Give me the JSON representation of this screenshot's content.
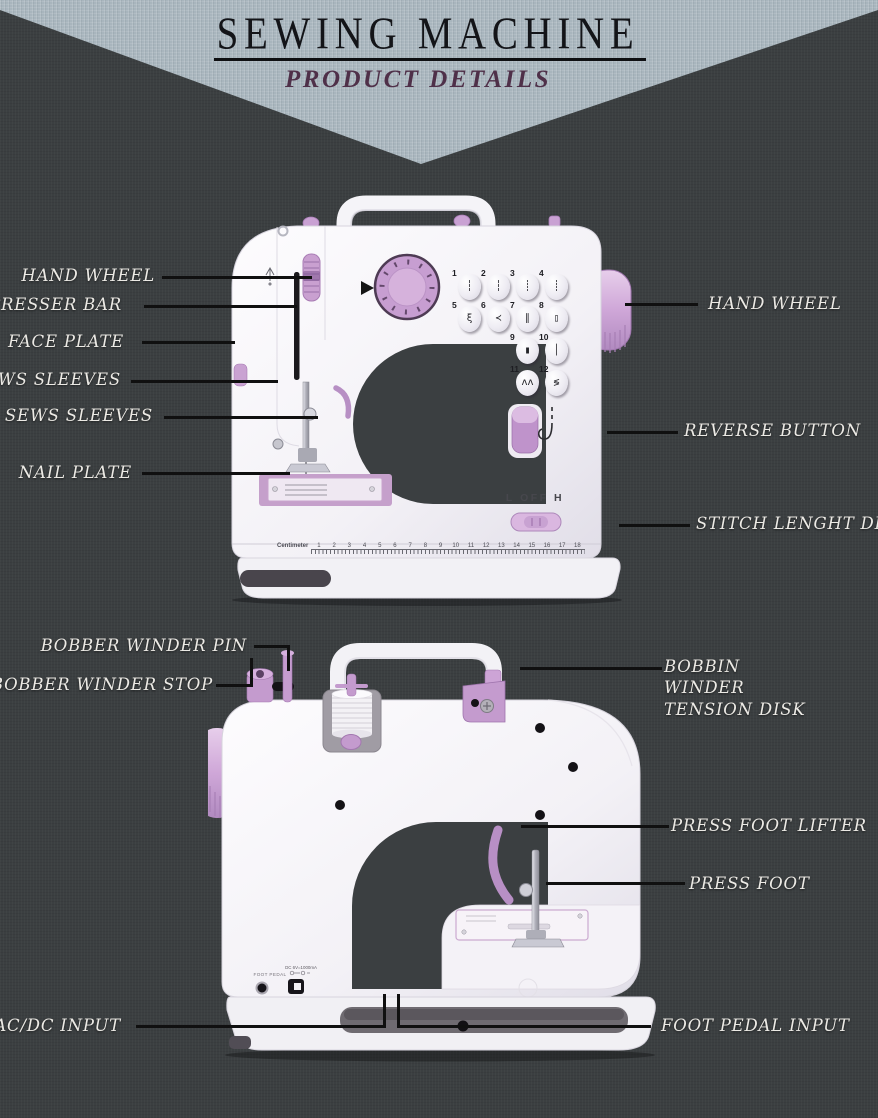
{
  "header": {
    "title": "SEWING MACHINE",
    "subtitle": "PRODUCT DETAILS"
  },
  "colors": {
    "background": "#3b3f41",
    "header_fabric": "#a8b5bd",
    "accent_lilac": "#c9a0d2",
    "label_text": "#eceae5",
    "callout_line": "#101010",
    "subtitle_text": "#4f3049"
  },
  "top_machine": {
    "callouts": {
      "hand_wheel_left": "HAND WHEEL",
      "presser_bar": "PRESSER BAR",
      "face_plate": "FACE PLATE",
      "sews_sleeves_upper": "SEWS SLEEVES",
      "sews_sleeves_lower": "SEWS SLEEVES",
      "nail_plate": "NAIL PLATE",
      "hand_wheel_right": "HAND WHEEL",
      "reverse_button": "REVERSE BUTTON",
      "stitch_length_dial": "STITCH LENGHT DIAL"
    },
    "panel": {
      "speed_switch_label": "L OFF H",
      "ruler_unit": "Centimeter",
      "ruler_numbers": [
        "1",
        "2",
        "3",
        "4",
        "5",
        "6",
        "7",
        "8",
        "9",
        "10",
        "11",
        "12",
        "13",
        "14",
        "15",
        "16",
        "17",
        "18"
      ],
      "stitch_buttons": [
        {
          "num": "1",
          "glyph": "┆"
        },
        {
          "num": "2",
          "glyph": "┆"
        },
        {
          "num": "3",
          "glyph": "┊"
        },
        {
          "num": "4",
          "glyph": "┊"
        },
        {
          "num": "5",
          "glyph": "ξ"
        },
        {
          "num": "6",
          "glyph": "≺"
        },
        {
          "num": "7",
          "glyph": "∥"
        },
        {
          "num": "8",
          "glyph": "▯"
        },
        {
          "num": "",
          "glyph": ""
        },
        {
          "num": "",
          "glyph": ""
        },
        {
          "num": "9",
          "glyph": "▮"
        },
        {
          "num": "10",
          "glyph": "│"
        },
        {
          "num": "",
          "glyph": ""
        },
        {
          "num": "",
          "glyph": ""
        },
        {
          "num": "11",
          "glyph": "ʌʌ"
        },
        {
          "num": "12",
          "glyph": "≶"
        }
      ]
    }
  },
  "bottom_machine": {
    "callouts": {
      "bobber_winder_pin": "BOBBER WINDER PIN",
      "bobber_winder_stop": "BOBBER WINDER STOP",
      "bobbin_winder_tension_disk": "BOBBIN WINDER TENSION DISK",
      "press_foot_lifter": "PRESS FOOT LIFTER",
      "press_foot": "PRESS FOOT",
      "ac_dc_input": "AC/DC INPUT",
      "foot_pedal_input": "FOOT PEDAL INPUT"
    },
    "markings": {
      "foot_pedal_label": "FOOT PEDAL",
      "power_spec": "DC 6V=1000mA"
    }
  }
}
